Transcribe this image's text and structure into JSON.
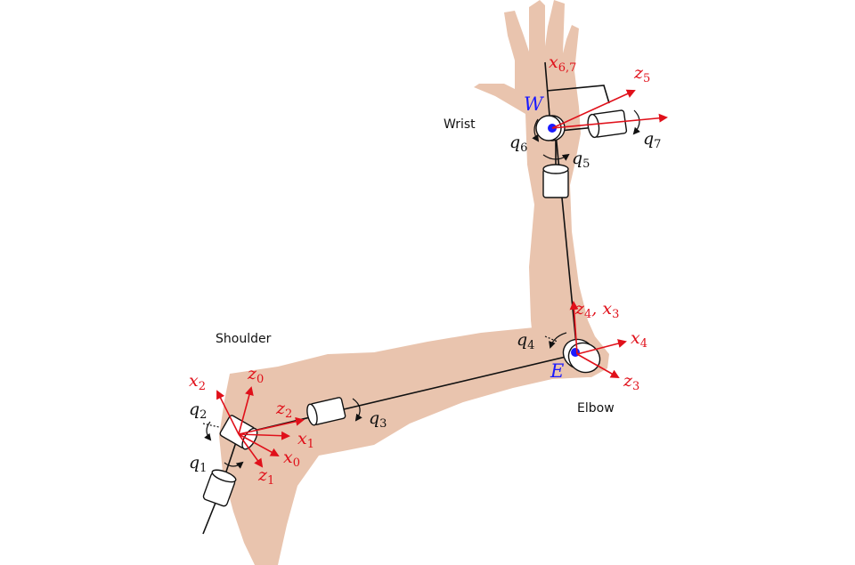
{
  "labels": {
    "shoulder": "Shoulder",
    "elbow": "Elbow",
    "wrist": "Wrist",
    "point_w": "W",
    "point_e": "E"
  },
  "axes": {
    "x0": {
      "base": "x",
      "sub": "0"
    },
    "x1": {
      "base": "x",
      "sub": "1"
    },
    "x2": {
      "base": "x",
      "sub": "2"
    },
    "z0": {
      "base": "z",
      "sub": "0"
    },
    "z1": {
      "base": "z",
      "sub": "1"
    },
    "z2": {
      "base": "z",
      "sub": "2"
    },
    "z3": {
      "base": "z",
      "sub": "3"
    },
    "x4": {
      "base": "x",
      "sub": "4"
    },
    "z5": {
      "base": "z",
      "sub": "5"
    },
    "x67": {
      "base": "x",
      "sub": "6,7"
    },
    "z4x3": {
      "base1": "z",
      "sub1": "4",
      "sep": ", ",
      "base2": "x",
      "sub2": "3"
    }
  },
  "joints": {
    "q1": {
      "base": "q",
      "sub": "1"
    },
    "q2": {
      "base": "q",
      "sub": "2"
    },
    "q3": {
      "base": "q",
      "sub": "3"
    },
    "q4": {
      "base": "q",
      "sub": "4"
    },
    "q5": {
      "base": "q",
      "sub": "5"
    },
    "q6": {
      "base": "q",
      "sub": "6"
    },
    "q7": {
      "base": "q",
      "sub": "7"
    }
  },
  "colors": {
    "skin": "#e9c4ae",
    "axis": "#e0101a",
    "point": "#1a1aff",
    "line": "#111111"
  }
}
